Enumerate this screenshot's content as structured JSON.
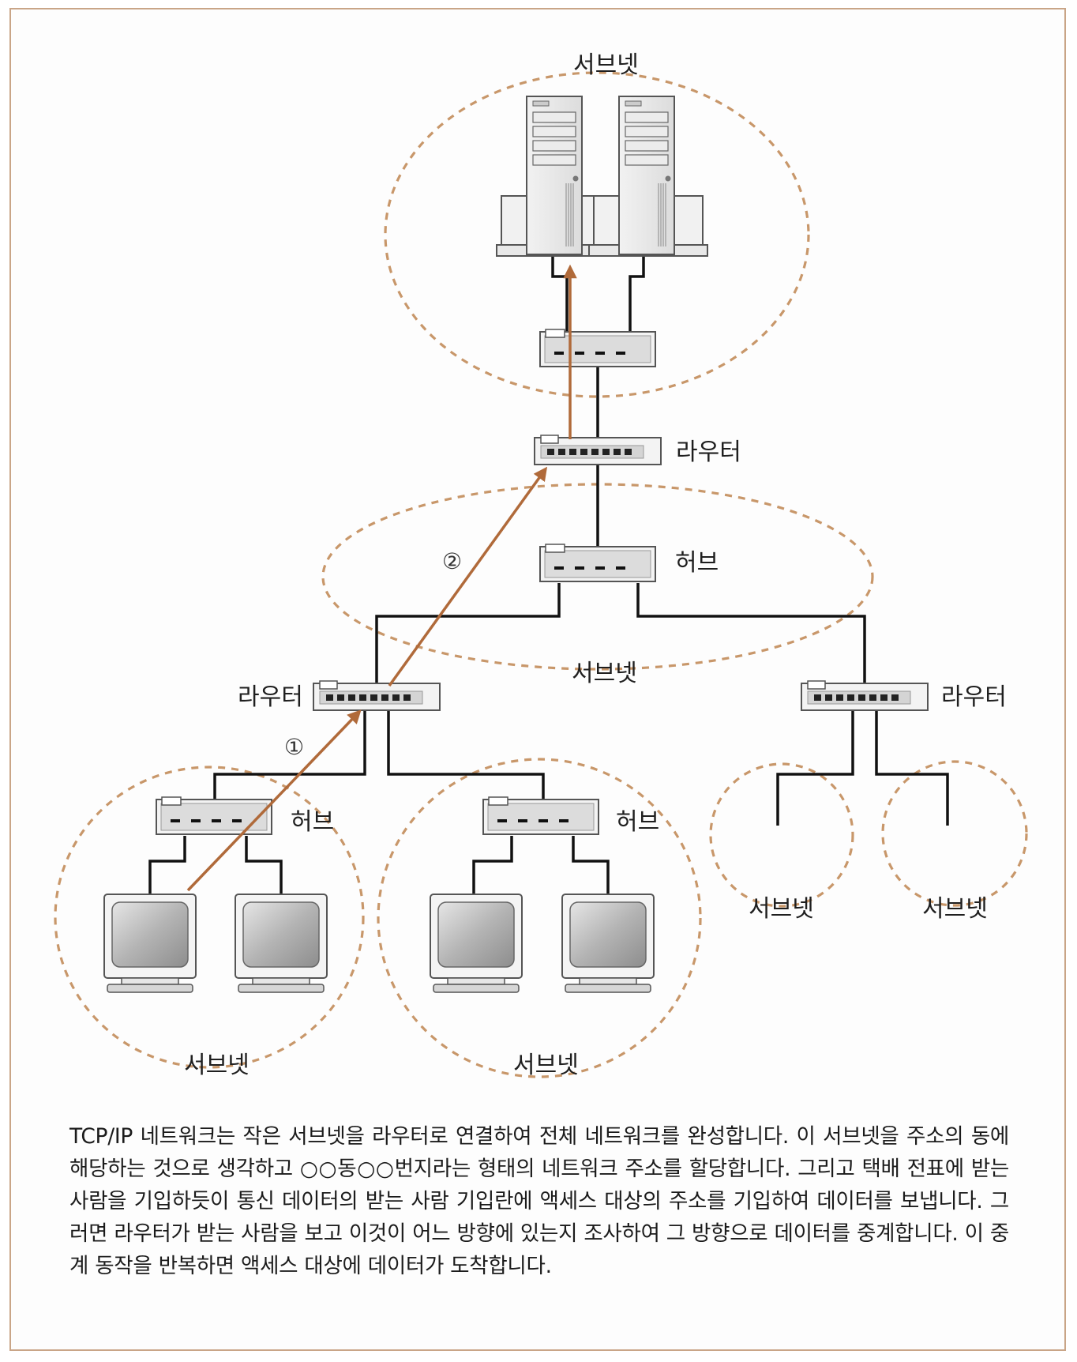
{
  "labels": {
    "subnet": "서브넷",
    "router": "라우터",
    "hub": "허브",
    "step1": "①",
    "step2": "②"
  },
  "caption": "TCP/IP 네트워크는 작은 서브넷을 라우터로 연결하여 전체 네트워크를 완성합니다. 이 서브넷을 주소의 동에 해당하는 것으로 생각하고 ○○동○○번지라는 형태의 네트워크 주소를 할당합니다. 그리고 택배 전표에 받는 사람을 기입하듯이 통신 데이터의 받는 사람 기입란에 액세스 대상의 주소를 기입하여 데이터를 보냅니다. 그러면 라우터가 받는 사람을 보고 이것이 어느 방향에 있는지 조사하여 그 방향으로 데이터를 중계합니다. 이 중계 동작을 반복하면 액세스 대상에 데이터가 도착합니다.",
  "colors": {
    "subnet_outline": "#c8976a",
    "arrow": "#b06a3a",
    "border": "#c9a587",
    "cable": "#111111"
  }
}
